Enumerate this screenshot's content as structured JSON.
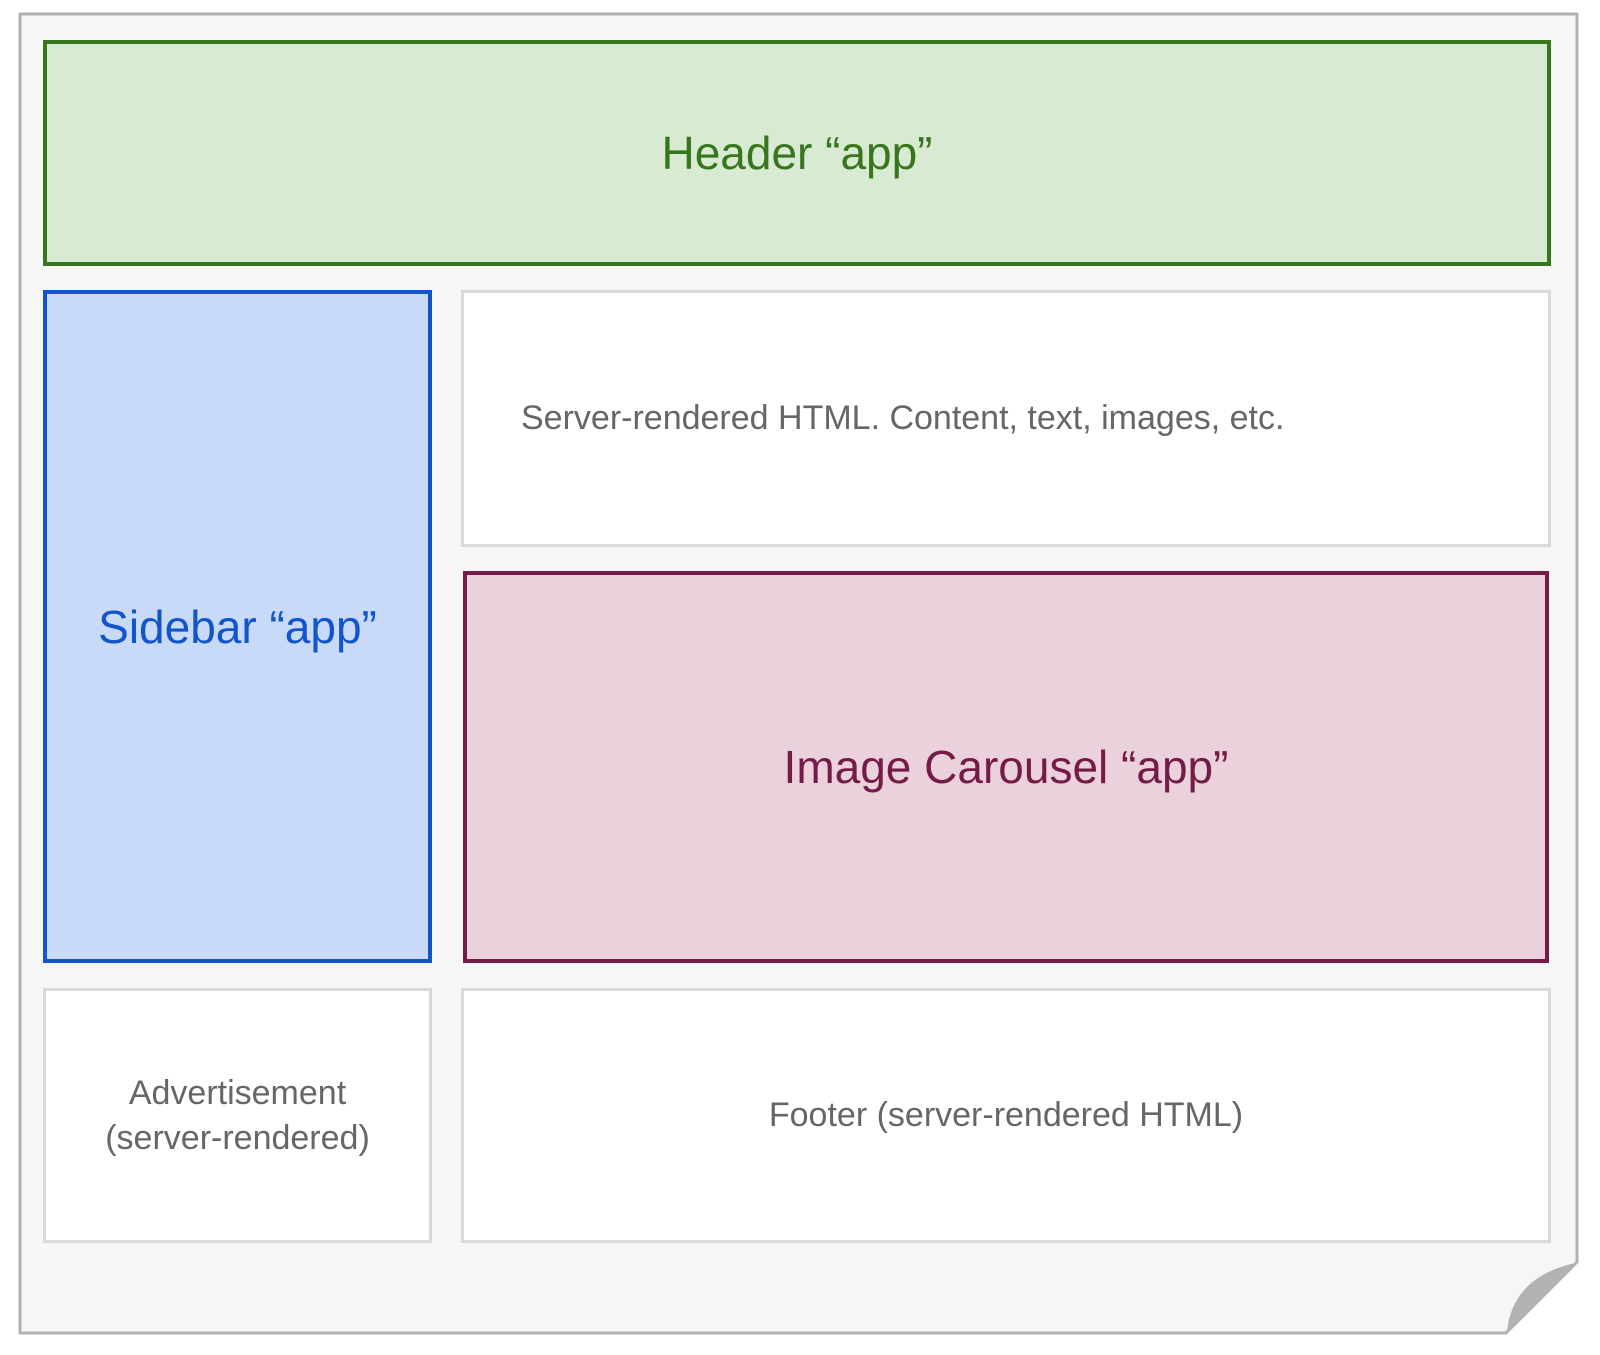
{
  "diagram": {
    "title_context": "micro-frontend page layout diagram",
    "header": {
      "label": "Header “app”"
    },
    "sidebar": {
      "label": "Sidebar “app”"
    },
    "content": {
      "label": "Server-rendered HTML. Content, text, images, etc."
    },
    "carousel": {
      "label": "Image Carousel “app”"
    },
    "advertisement": {
      "label": "Advertisement\n(server-rendered)"
    },
    "footer": {
      "label": "Footer (server-rendered HTML)"
    }
  },
  "palette": {
    "header_fill": "#d9ead3",
    "header_border": "#38761d",
    "header_text": "#38761d",
    "sidebar_fill": "#c9daf8",
    "sidebar_border": "#1155cc",
    "sidebar_text": "#1155cc",
    "carousel_fill": "#ead1dc",
    "carousel_border": "#741b47",
    "carousel_text": "#741b47",
    "plain_box_fill": "#ffffff",
    "plain_box_border": "#d9d9d9",
    "plain_text": "#666666",
    "page_fill": "#f6f6f6",
    "page_border": "#b1b1b1",
    "fold_fill": "#b2b2b2"
  }
}
